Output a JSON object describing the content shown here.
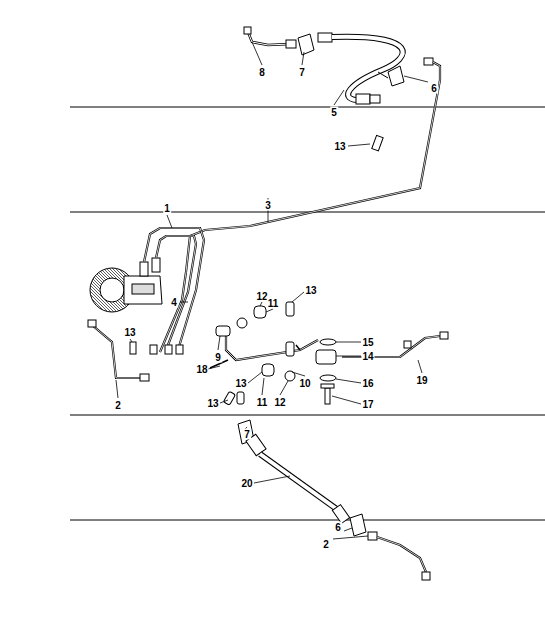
{
  "diagram": {
    "labels": [
      "8",
      "7",
      "6",
      "5",
      "13",
      "3",
      "1",
      "4",
      "12",
      "11",
      "13",
      "13",
      "9",
      "15",
      "14",
      "10",
      "16",
      "17",
      "18",
      "13",
      "19",
      "2",
      "13",
      "11",
      "12",
      "7",
      "20",
      "6",
      "2"
    ]
  }
}
